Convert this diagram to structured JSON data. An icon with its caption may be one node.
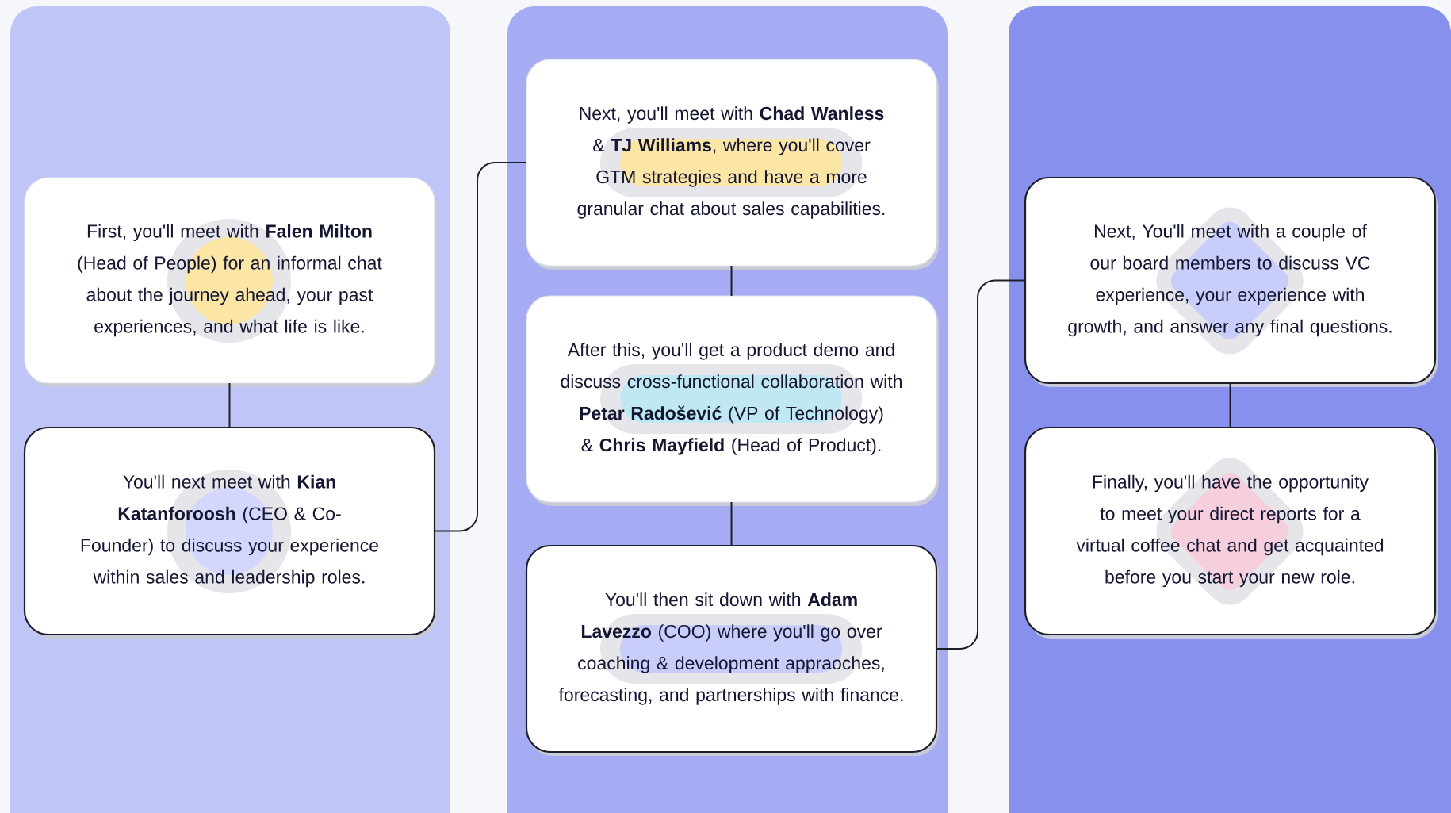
{
  "diagram": {
    "nodes": [
      {
        "text": [
          "First, you'll meet with **Falen Milton** (Head of People) for an informal chat about the journey ahead, your past experiences, and what life is like."
        ]
      },
      {
        "text": [
          "You'll next meet with **Kian Katanforoosh** (CEO & Co-Founder) to discuss your experience within sales and leadership roles."
        ]
      },
      {
        "text": [
          "Next, you'll meet with **Chad Wanless** & **TJ Williams**, where you'll cover GTM strategies and have a more granular chat about sales capabilities."
        ]
      },
      {
        "text": [
          "After this, you'll get a product demo and discuss cross-functional collaboration with **Petar Radošević** (VP of Technology) & **Chris Mayfield** (Head of Product)."
        ]
      },
      {
        "text": [
          "You'll then sit down with **Adam Lavezzo** (COO) where you'll go over coaching & development appraoches, forecasting, and partnerships with finance."
        ]
      },
      {
        "text": [
          "Next, You'll meet with a couple of our board members to discuss VC experience, your experience with growth, and answer any final questions."
        ]
      },
      {
        "text": [
          "Finally, you'll have the opportunity to meet your direct reports for a virtual coffee chat and get acquainted before you start your new role."
        ]
      }
    ],
    "edges": [
      {
        "from": 0,
        "to": 1,
        "arrow": "none"
      },
      {
        "from": 1,
        "to": 2,
        "arrow": "none"
      },
      {
        "from": 2,
        "to": 3,
        "arrow": "none"
      },
      {
        "from": 3,
        "to": 4,
        "arrow": "none"
      },
      {
        "from": 4,
        "to": 5,
        "arrow": "none"
      },
      {
        "from": 5,
        "to": 6,
        "arrow": "none"
      }
    ]
  }
}
